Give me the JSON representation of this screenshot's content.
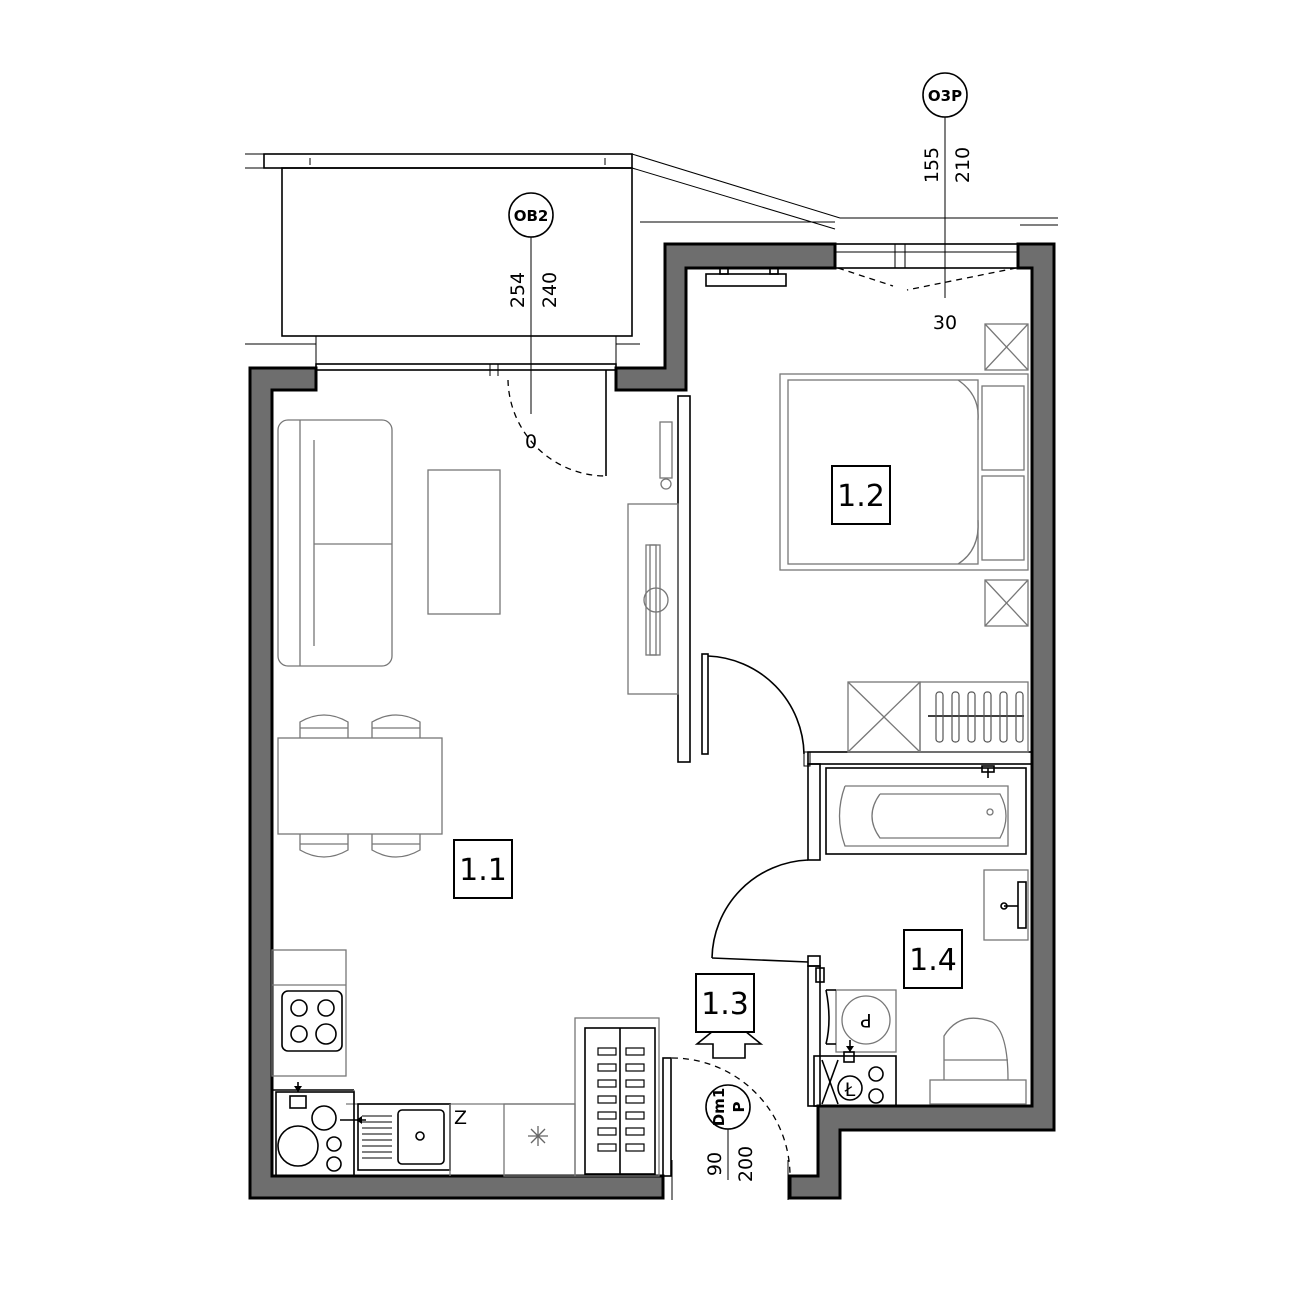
{
  "rooms": {
    "living": "1.1",
    "bedroom": "1.2",
    "hall": "1.3",
    "bathroom": "1.4"
  },
  "balcony_window": {
    "tag": "OB2",
    "dim_a": "254",
    "dim_b": "240",
    "sill": "0"
  },
  "bedroom_window": {
    "tag": "O3P",
    "dim_a": "155",
    "dim_b": "210",
    "sill": "30"
  },
  "entry_door": {
    "tag_line1": "Dm1",
    "tag_line2": "P",
    "dim_a": "90",
    "dim_b": "200"
  },
  "fixture_marks": {
    "sink_mark": "Z",
    "dryer_mark": "P",
    "bath_mark": "Ł"
  }
}
